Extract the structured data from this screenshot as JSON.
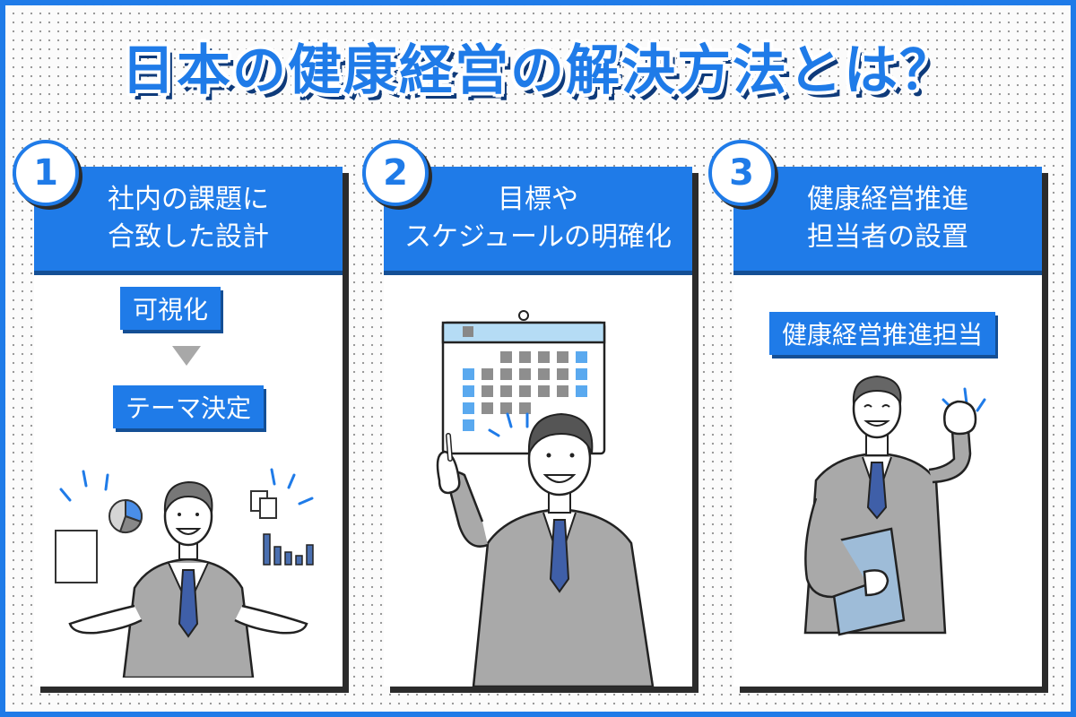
{
  "title": "日本の健康経営の解決方法とは？",
  "cards": [
    {
      "number": "1",
      "heading": "社内の課題に\n合致した設計",
      "steps": [
        "可視化",
        "テーマ決定"
      ]
    },
    {
      "number": "2",
      "heading": "目標や\nスケジュールの明確化"
    },
    {
      "number": "3",
      "heading": "健康経営推進\n担当者の設置",
      "tag": "健康経営推進担当"
    }
  ],
  "colors": {
    "accent": "#1f7be8",
    "shadow": "#2b2b2b",
    "suit": "#a9a9a9",
    "tie": "#3f5fa8"
  }
}
